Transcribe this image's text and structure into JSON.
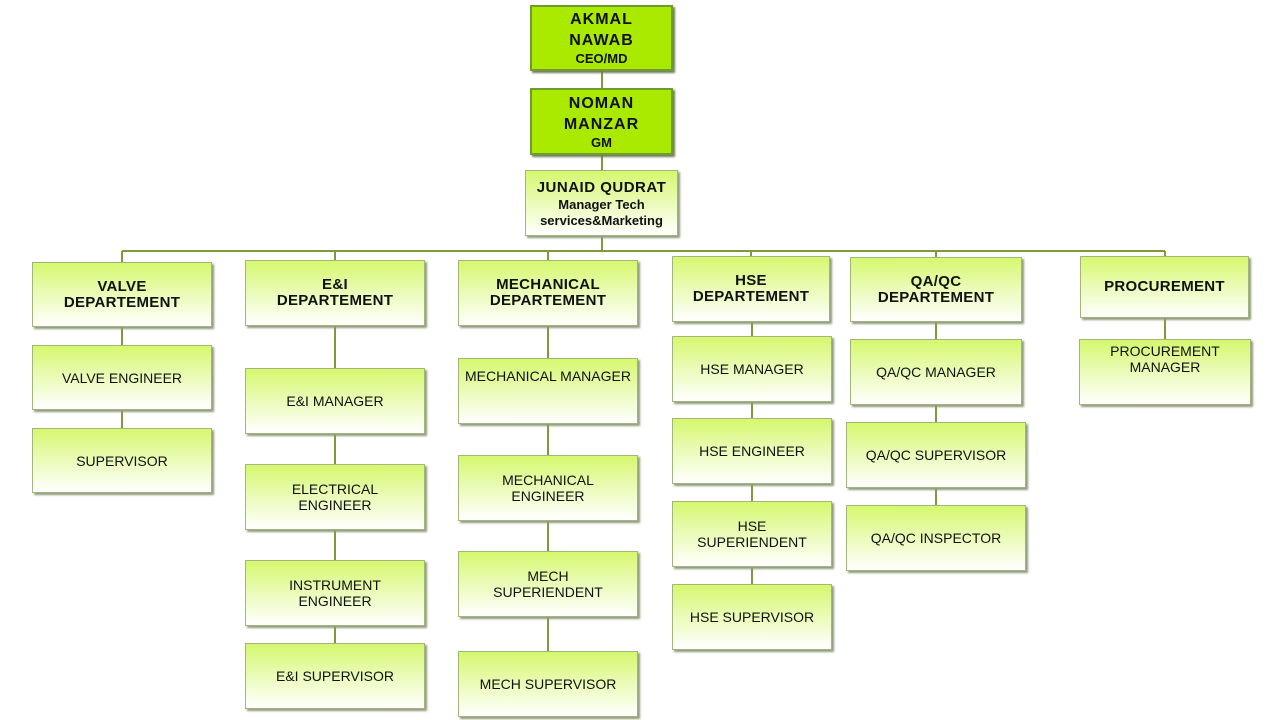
{
  "chart": {
    "ceo": {
      "name_line1": "AKMAL",
      "name_line2": "NAWAB",
      "title": "CEO/MD"
    },
    "gm": {
      "name_line1": "NOMAN",
      "name_line2": "MANZAR",
      "title": "GM"
    },
    "manager": {
      "name": "JUNAID QUDRAT",
      "title_line1": "Manager Tech",
      "title_line2": "services&Marketing"
    },
    "departments": [
      {
        "label_line1": "VALVE",
        "label_line2": "DEPARTEMENT",
        "roles": [
          {
            "line1": "VALVE ENGINEER"
          },
          {
            "line1": "SUPERVISOR"
          }
        ]
      },
      {
        "label_line1": "E&I",
        "label_line2": "DEPARTEMENT",
        "roles": [
          {
            "line1": "E&I MANAGER"
          },
          {
            "line1": "ELECTRICAL",
            "line2": "ENGINEER"
          },
          {
            "line1": "INSTRUMENT",
            "line2": "ENGINEER"
          },
          {
            "line1": "E&I SUPERVISOR"
          }
        ]
      },
      {
        "label_line1": "MECHANICAL",
        "label_line2": "DEPARTEMENT",
        "roles": [
          {
            "line1": "MECHANICAL MANAGER"
          },
          {
            "line1": "MECHANICAL",
            "line2": "ENGINEER"
          },
          {
            "line1": "MECH",
            "line2": "SUPERIENDENT"
          },
          {
            "line1": "MECH SUPERVISOR"
          }
        ]
      },
      {
        "label_line1": "HSE",
        "label_line2": "DEPARTEMENT",
        "roles": [
          {
            "line1": "HSE MANAGER"
          },
          {
            "line1": "HSE ENGINEER"
          },
          {
            "line1": "HSE",
            "line2": "SUPERIENDENT"
          },
          {
            "line1": "HSE SUPERVISOR"
          }
        ]
      },
      {
        "label_line1": "QA/QC",
        "label_line2": "DEPARTEMENT",
        "roles": [
          {
            "line1": "QA/QC MANAGER"
          },
          {
            "line1": "QA/QC SUPERVISOR"
          },
          {
            "line1": "QA/QC INSPECTOR"
          }
        ]
      },
      {
        "label_line1": "PROCUREMENT",
        "roles": [
          {
            "line1": "PROCUREMENT",
            "line2": "MANAGER"
          }
        ]
      }
    ]
  },
  "colors": {
    "top_fill": "#a9ea00",
    "box_fill": "#d5f86e",
    "line": "#7f9a3a"
  }
}
